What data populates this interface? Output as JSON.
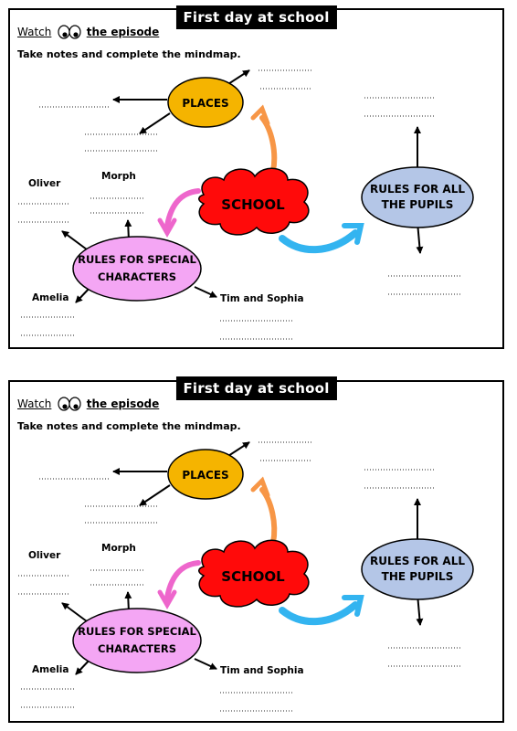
{
  "worksheets": [
    {
      "title": "First day at school",
      "watch_label": "Watch",
      "episode_label": "the episode",
      "instructions": "Take notes and complete the mindmap.",
      "nodes": {
        "places": "PLACES",
        "school": "SCHOOL",
        "rules_all_line1": "RULES FOR ALL",
        "rules_all_line2": "THE PUPILS",
        "rules_special_line1": "RULES FOR SPECIAL",
        "rules_special_line2": "CHARACTERS"
      },
      "names": {
        "oliver": "Oliver",
        "morph": "Morph",
        "amelia": "Amelia",
        "tim_sophia": "Tim and Sophia"
      }
    },
    {
      "title": "First day at school",
      "watch_label": "Watch",
      "episode_label": "the episode",
      "instructions": "Take notes and complete the mindmap.",
      "nodes": {
        "places": "PLACES",
        "school": "SCHOOL",
        "rules_all_line1": "RULES FOR ALL",
        "rules_all_line2": "THE PUPILS",
        "rules_special_line1": "RULES FOR SPECIAL",
        "rules_special_line2": "CHARACTERS"
      },
      "names": {
        "oliver": "Oliver",
        "morph": "Morph",
        "amelia": "Amelia",
        "tim_sophia": "Tim and Sophia"
      }
    }
  ],
  "colors": {
    "places_fill": "#f5b400",
    "school_fill": "#ff0a0a",
    "rules_all_fill": "#b4c6e7",
    "rules_special_fill": "#f4a6f4",
    "orange_arrow": "#f79646",
    "pink_arrow": "#ee66cc",
    "blue_arrow": "#33b4f0"
  },
  "icons": {
    "eyes": "eyes-icon"
  }
}
